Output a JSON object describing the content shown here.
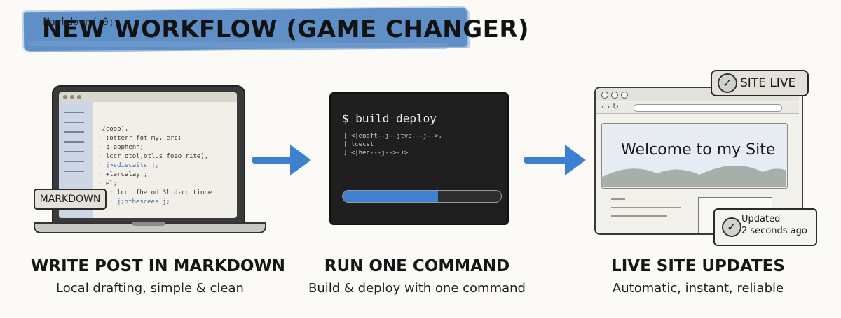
{
  "header": {
    "title": "NEW WORKFLOW (GAME CHANGER)"
  },
  "step1": {
    "label": "MARKDOWN",
    "editor_heading": "Markdown/-0;",
    "editor_lines": [
      "·/cooo),",
      "·  ;otterr fot my, erc;",
      "· ¢-pophenh;",
      "·    lccr otol,otlus foeo rite),",
      "·    j>sdiecaits j;",
      "·    +lercalay ;",
      "· el;",
      "·    lcct fhe od 3l.d-ccitione",
      "·    j;otbescees j;"
    ],
    "heading": "WRITE POST IN MARKDOWN",
    "subheading": "Local drafting, simple & clean"
  },
  "step2": {
    "command": "$ build deploy",
    "output_lines": [
      "| <|eooft--j--jtvp---j-->,",
      "|   tcecst",
      "]   <|hec---j-->-)>"
    ],
    "progress": 0.6,
    "heading": "RUN ONE COMMAND",
    "subheading": "Build & deploy with one command"
  },
  "step3": {
    "badge": "SITE LIVE",
    "hero_title": "Welcome to my Site",
    "updated_line1": "Updated",
    "updated_line2": "2 seconds ago",
    "heading": "LIVE SITE UPDATES",
    "subheading": "Automatic, instant, reliable"
  },
  "colors": {
    "accent": "#3d7fd0",
    "banner": "#5f8fc7",
    "terminal": "#1f1f1f"
  }
}
